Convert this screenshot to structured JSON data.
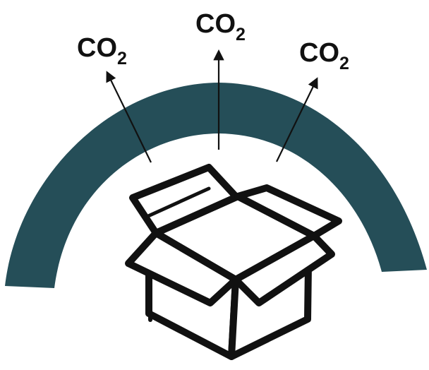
{
  "diagram": {
    "emissions": [
      {
        "formula": "CO",
        "subscript": "2"
      },
      {
        "formula": "CO",
        "subscript": "2"
      },
      {
        "formula": "CO",
        "subscript": "2"
      }
    ],
    "colors": {
      "arc": "#254E58",
      "box_stroke": "#111111",
      "arrow": "#111111",
      "background": "#FFFFFF"
    },
    "icons": {
      "box": "open-cardboard-box-icon",
      "dome": "arc-dome"
    }
  }
}
